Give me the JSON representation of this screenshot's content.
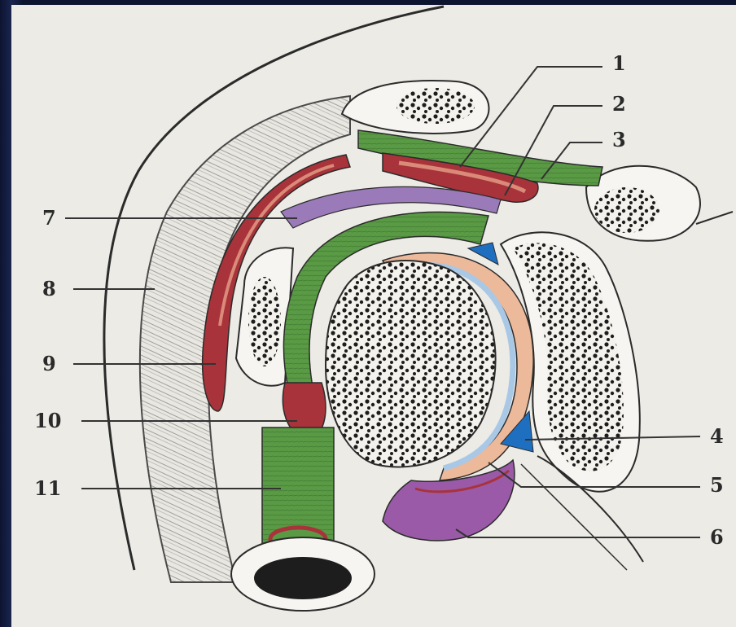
{
  "figure": {
    "callouts": [
      {
        "id": "1",
        "label": "1"
      },
      {
        "id": "2",
        "label": "2"
      },
      {
        "id": "3",
        "label": "3"
      },
      {
        "id": "4",
        "label": "4"
      },
      {
        "id": "5",
        "label": "5"
      },
      {
        "id": "6",
        "label": "6"
      },
      {
        "id": "7",
        "label": "7"
      },
      {
        "id": "8",
        "label": "8"
      },
      {
        "id": "9",
        "label": "9"
      },
      {
        "id": "10",
        "label": "10"
      },
      {
        "id": "11",
        "label": "11"
      }
    ],
    "colors": {
      "frame": "#0f1630",
      "paper": "#ecebe6",
      "bursa_red": "#a8333a",
      "bursa_pink": "#d98a78",
      "tendon_green": "#5a9a45",
      "cartilage_peach": "#ecb99a",
      "synovial_blue": "#a9c8e6",
      "labrum_blue": "#1f6fc1",
      "capsule_purple": "#9a5aa8",
      "bone_white": "#f6f5f1",
      "trabecular_dots": "#1d1d1d"
    }
  }
}
